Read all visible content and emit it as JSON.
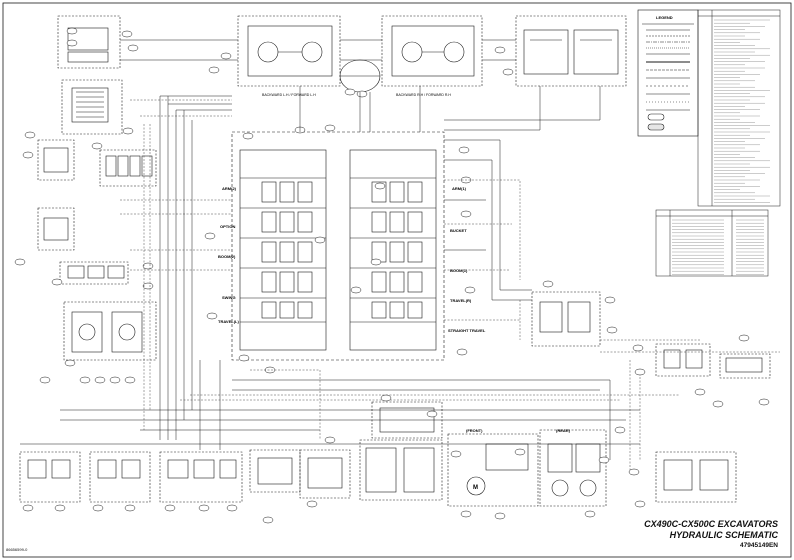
{
  "title_block": {
    "line1": "CX490C-CX500C EXCAVATORS",
    "line2": "HYDRAULIC SCHEMATIC",
    "part_number": "47945149EN"
  },
  "drawing_code": "86656599-0",
  "legend": {
    "title": "LEGEND"
  },
  "circuit_labels": {
    "forward_l": "BACKWARD L.H / FORWARD L.H",
    "forward_r": "BACKWARD R.H / FORWARD R.H",
    "arm1": "ARM(1)",
    "arm2": "ARM(2)",
    "option": "OPTION",
    "boom1": "BOOM(1)",
    "boom2": "BOOM(2)",
    "bucket": "BUCKET",
    "swing": "SWING",
    "travel_l": "TRAVEL(L)",
    "travel_r": "TRAVEL(R)",
    "straight_travel": "STRAIGHT TRAVEL",
    "front": "(FRONT)",
    "rear": "(REAR)",
    "motor": "M"
  },
  "theme": {
    "line": "#1a1a1a",
    "dash": "#333333",
    "fill": "#ffffff",
    "accent_fill": "#e6e6e6"
  }
}
